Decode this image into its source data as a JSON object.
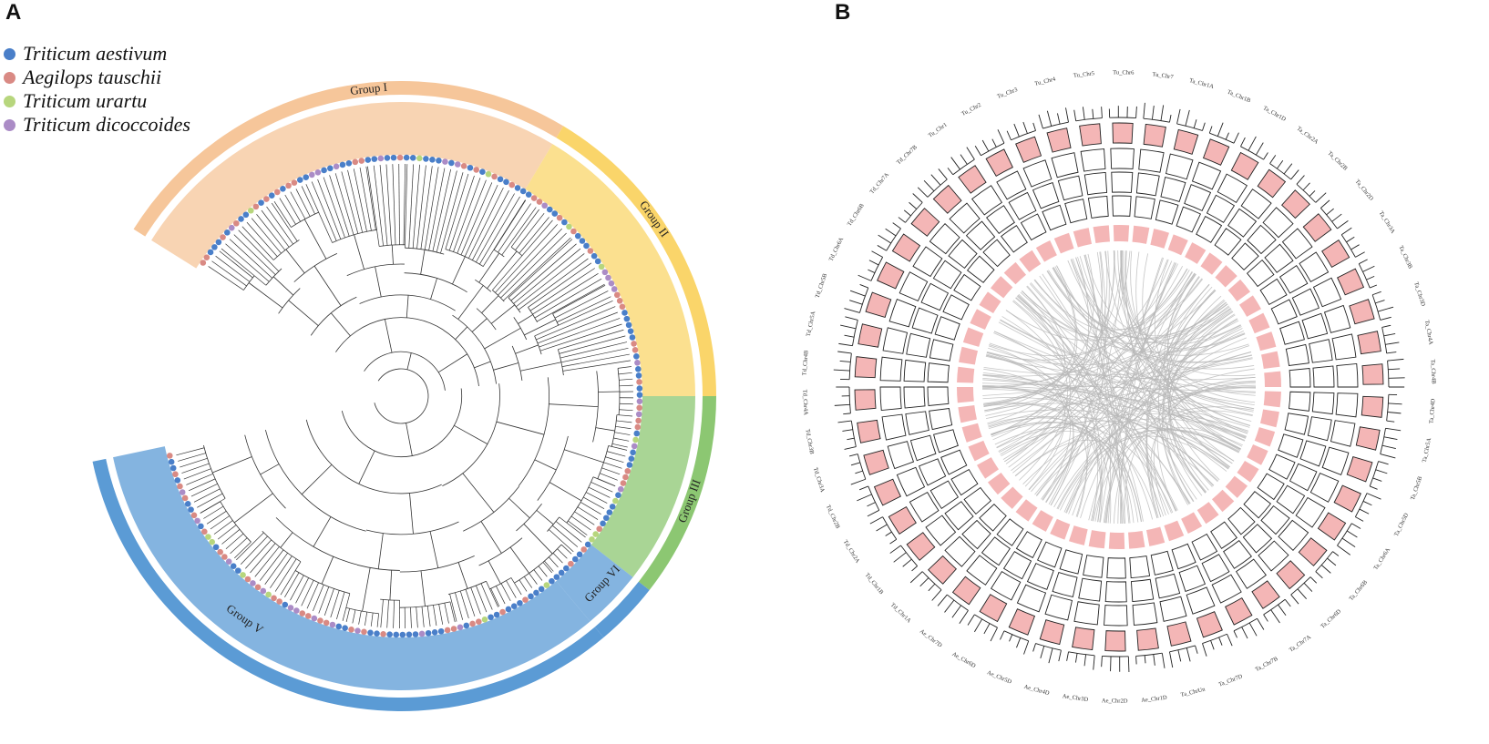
{
  "panel_a": {
    "letter": "A",
    "legend": [
      {
        "label": "Triticum aestivum",
        "color": "#4a7fc9"
      },
      {
        "label": "Aegilops tauschii",
        "color": "#d98a84"
      },
      {
        "label": "Triticum urartu",
        "color": "#b7d67d"
      },
      {
        "label": "Triticum dicoccoides",
        "color": "#ab8cc6"
      }
    ],
    "groups": [
      {
        "label": "Group I",
        "color": "#f6c69a"
      },
      {
        "label": "Group II",
        "color": "#fad56a"
      },
      {
        "label": "Group III",
        "color": "#8cc772"
      },
      {
        "label": "Group VI",
        "color": "#5b9bd5"
      },
      {
        "label": "Group V",
        "color": "#5b9bd5"
      }
    ]
  },
  "panel_b": {
    "letter": "B",
    "chromosomes": [
      "Td_Chr5A",
      "Td_Chr5B",
      "Td_Chr6A",
      "Td_Chr6B",
      "Td_Chr7A",
      "Td_Chr7B",
      "Tu_Chr1",
      "Tu_Chr2",
      "Tu_Chr3",
      "Tu_Chr4",
      "Tu_Chr5",
      "Tu_Chr6",
      "Tu_Chr7",
      "Ta_Chr1A",
      "Ta_Chr1B",
      "Ta_Chr1D",
      "Ta_Chr2A",
      "Ta_Chr2B",
      "Ta_Chr2D",
      "Ta_Chr3A",
      "Ta_Chr3B",
      "Ta_Chr3D",
      "Ta_Chr4A",
      "Ta_Chr4B",
      "Ta_Chr4D",
      "Ta_Chr5A",
      "Ta_Chr5B",
      "Ta_Chr5D",
      "Ta_Chr6A",
      "Ta_Chr6B",
      "Ta_Chr6D",
      "Ta_Chr7A",
      "Ta_Chr7B",
      "Ta_Chr7D",
      "Ta_ChrUn",
      "Ae_Chr1D",
      "Ae_Chr2D",
      "Ae_Chr3D",
      "Ae_Chr4D",
      "Ae_Chr5D",
      "Ae_Chr6D",
      "Ae_Chr7D",
      "Td_Chr1A",
      "Td_Chr1B",
      "Td_Chr2A",
      "Td_Chr2B",
      "Td_Chr3A",
      "Td_Chr3B",
      "Td_Chr4A",
      "Td_Chr4B"
    ],
    "segment_color": "#f4b6b6",
    "link_color": "#b8b8b8"
  }
}
